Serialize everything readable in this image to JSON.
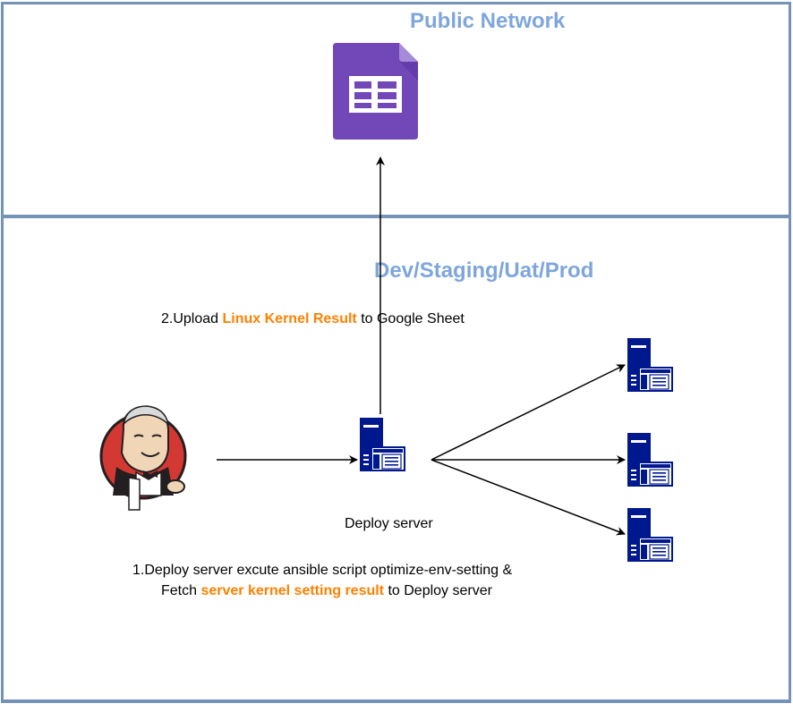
{
  "zones": {
    "public": {
      "title": "Public Network"
    },
    "internal": {
      "title": "Dev/Staging/Uat/Prod"
    }
  },
  "steps": {
    "upload": {
      "prefix": "2.Upload ",
      "highlight": "Linux Kernel Result",
      "suffix": " to Google Sheet"
    },
    "deploy": {
      "line1": "1.Deploy server excute ansible script optimize-env-setting &",
      "line2_prefix": "Fetch ",
      "line2_highlight": "server kernel setting result",
      "line2_suffix": " to Deploy server"
    }
  },
  "nodes": {
    "deploy_server": {
      "label": "Deploy server"
    }
  },
  "icons": {
    "sheet": "google-sheets-icon",
    "jenkins": "jenkins-icon",
    "server": "server-icon"
  },
  "colors": {
    "zone_border": "#7593b8",
    "zone_title": "#7ea6dc",
    "highlight": "#ff8000",
    "server": "#00188d",
    "sheet": "#7248b9"
  }
}
